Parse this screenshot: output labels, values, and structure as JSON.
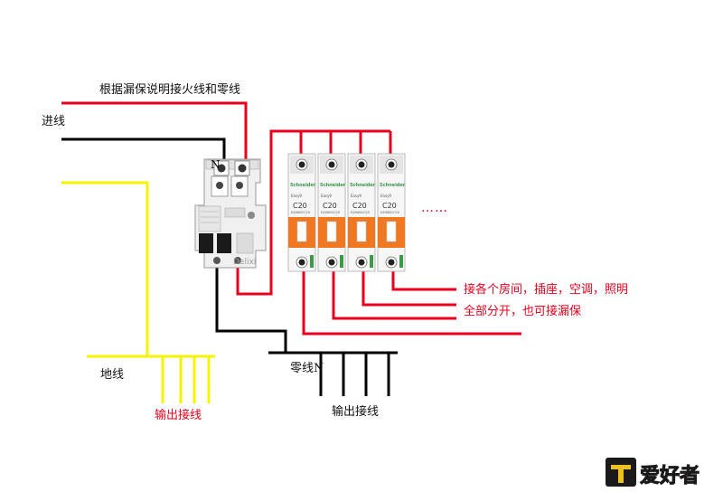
{
  "labels": {
    "instruction": "根据漏保说明接火线和零线",
    "incoming": "进线",
    "n_mark": "N",
    "ground": "地线",
    "output_ground": "输出接线",
    "neutral_bus": "零线N",
    "output_neutral": "输出接线",
    "rooms": "接各个房间，插座，空调，照明",
    "separate": "全部分开，也可接漏保",
    "ellipsis": "……"
  },
  "rcd": {
    "brand_text": "Delixi",
    "terminal_n": "N"
  },
  "breakers": [
    {
      "brand": "Schneider",
      "series": "Easy9",
      "rating": "C20",
      "model": "EA9AN1C20"
    },
    {
      "brand": "Schneider",
      "series": "Easy9",
      "rating": "C20",
      "model": "EA9AN1C20"
    },
    {
      "brand": "Schneider",
      "series": "Easy9",
      "rating": "C20",
      "model": "EA9AN1C20"
    },
    {
      "brand": "Schneider",
      "series": "Easy9",
      "rating": "C20",
      "model": "EA9AN1C20"
    }
  ],
  "logo": {
    "text": "爱好者"
  },
  "colors": {
    "live": "#e8001c",
    "neutral": "#000000",
    "ground": "#f4f400",
    "breaker_orange": "#f07820",
    "brand_green": "#3a9a4a"
  }
}
